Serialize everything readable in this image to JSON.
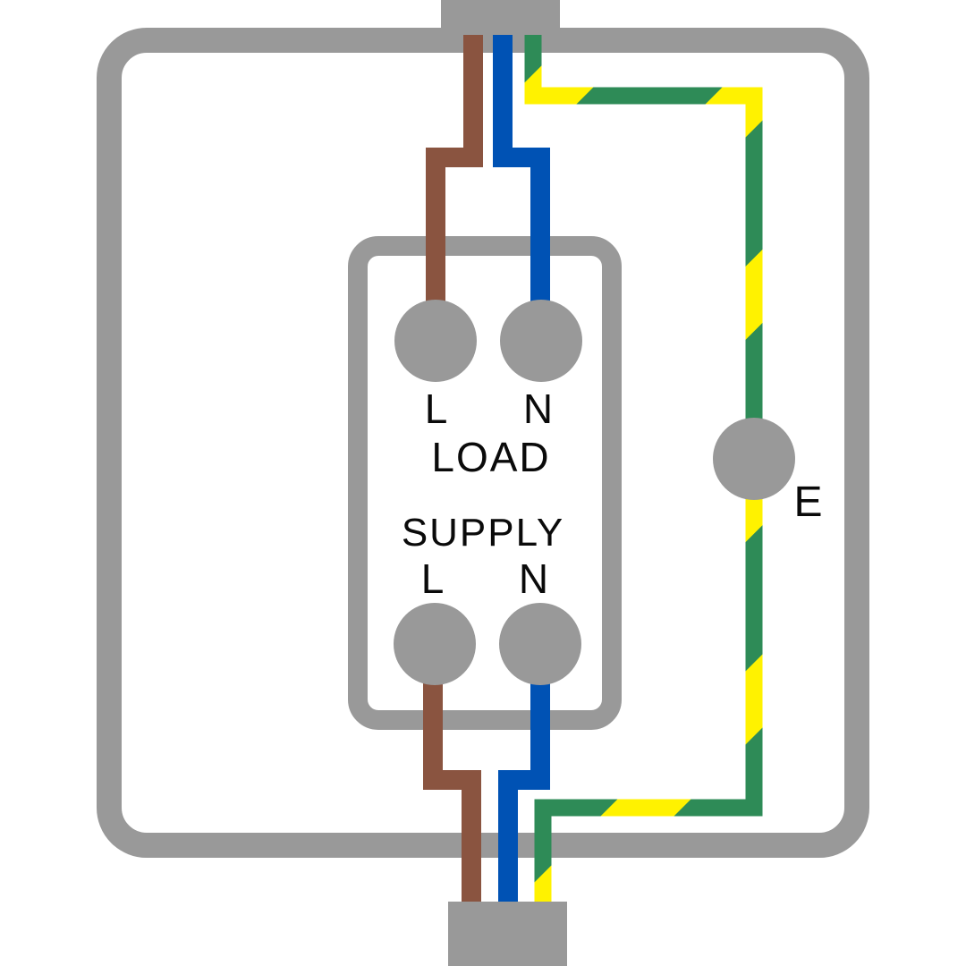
{
  "labels": {
    "load_l": "L",
    "load_n": "N",
    "load_title": "LOAD",
    "supply_title": "SUPPLY",
    "supply_l": "L",
    "supply_n": "N",
    "earth": "E"
  },
  "colors": {
    "gray": "#999999",
    "brown": "#8a5440",
    "blue": "#0052b4",
    "green": "#2e8b57",
    "yellow": "#fff200",
    "text": "#0a0a0a",
    "background": "#ffffff"
  },
  "wires": {
    "live": "brown",
    "neutral": "blue",
    "earth": "green-yellow-striped"
  }
}
